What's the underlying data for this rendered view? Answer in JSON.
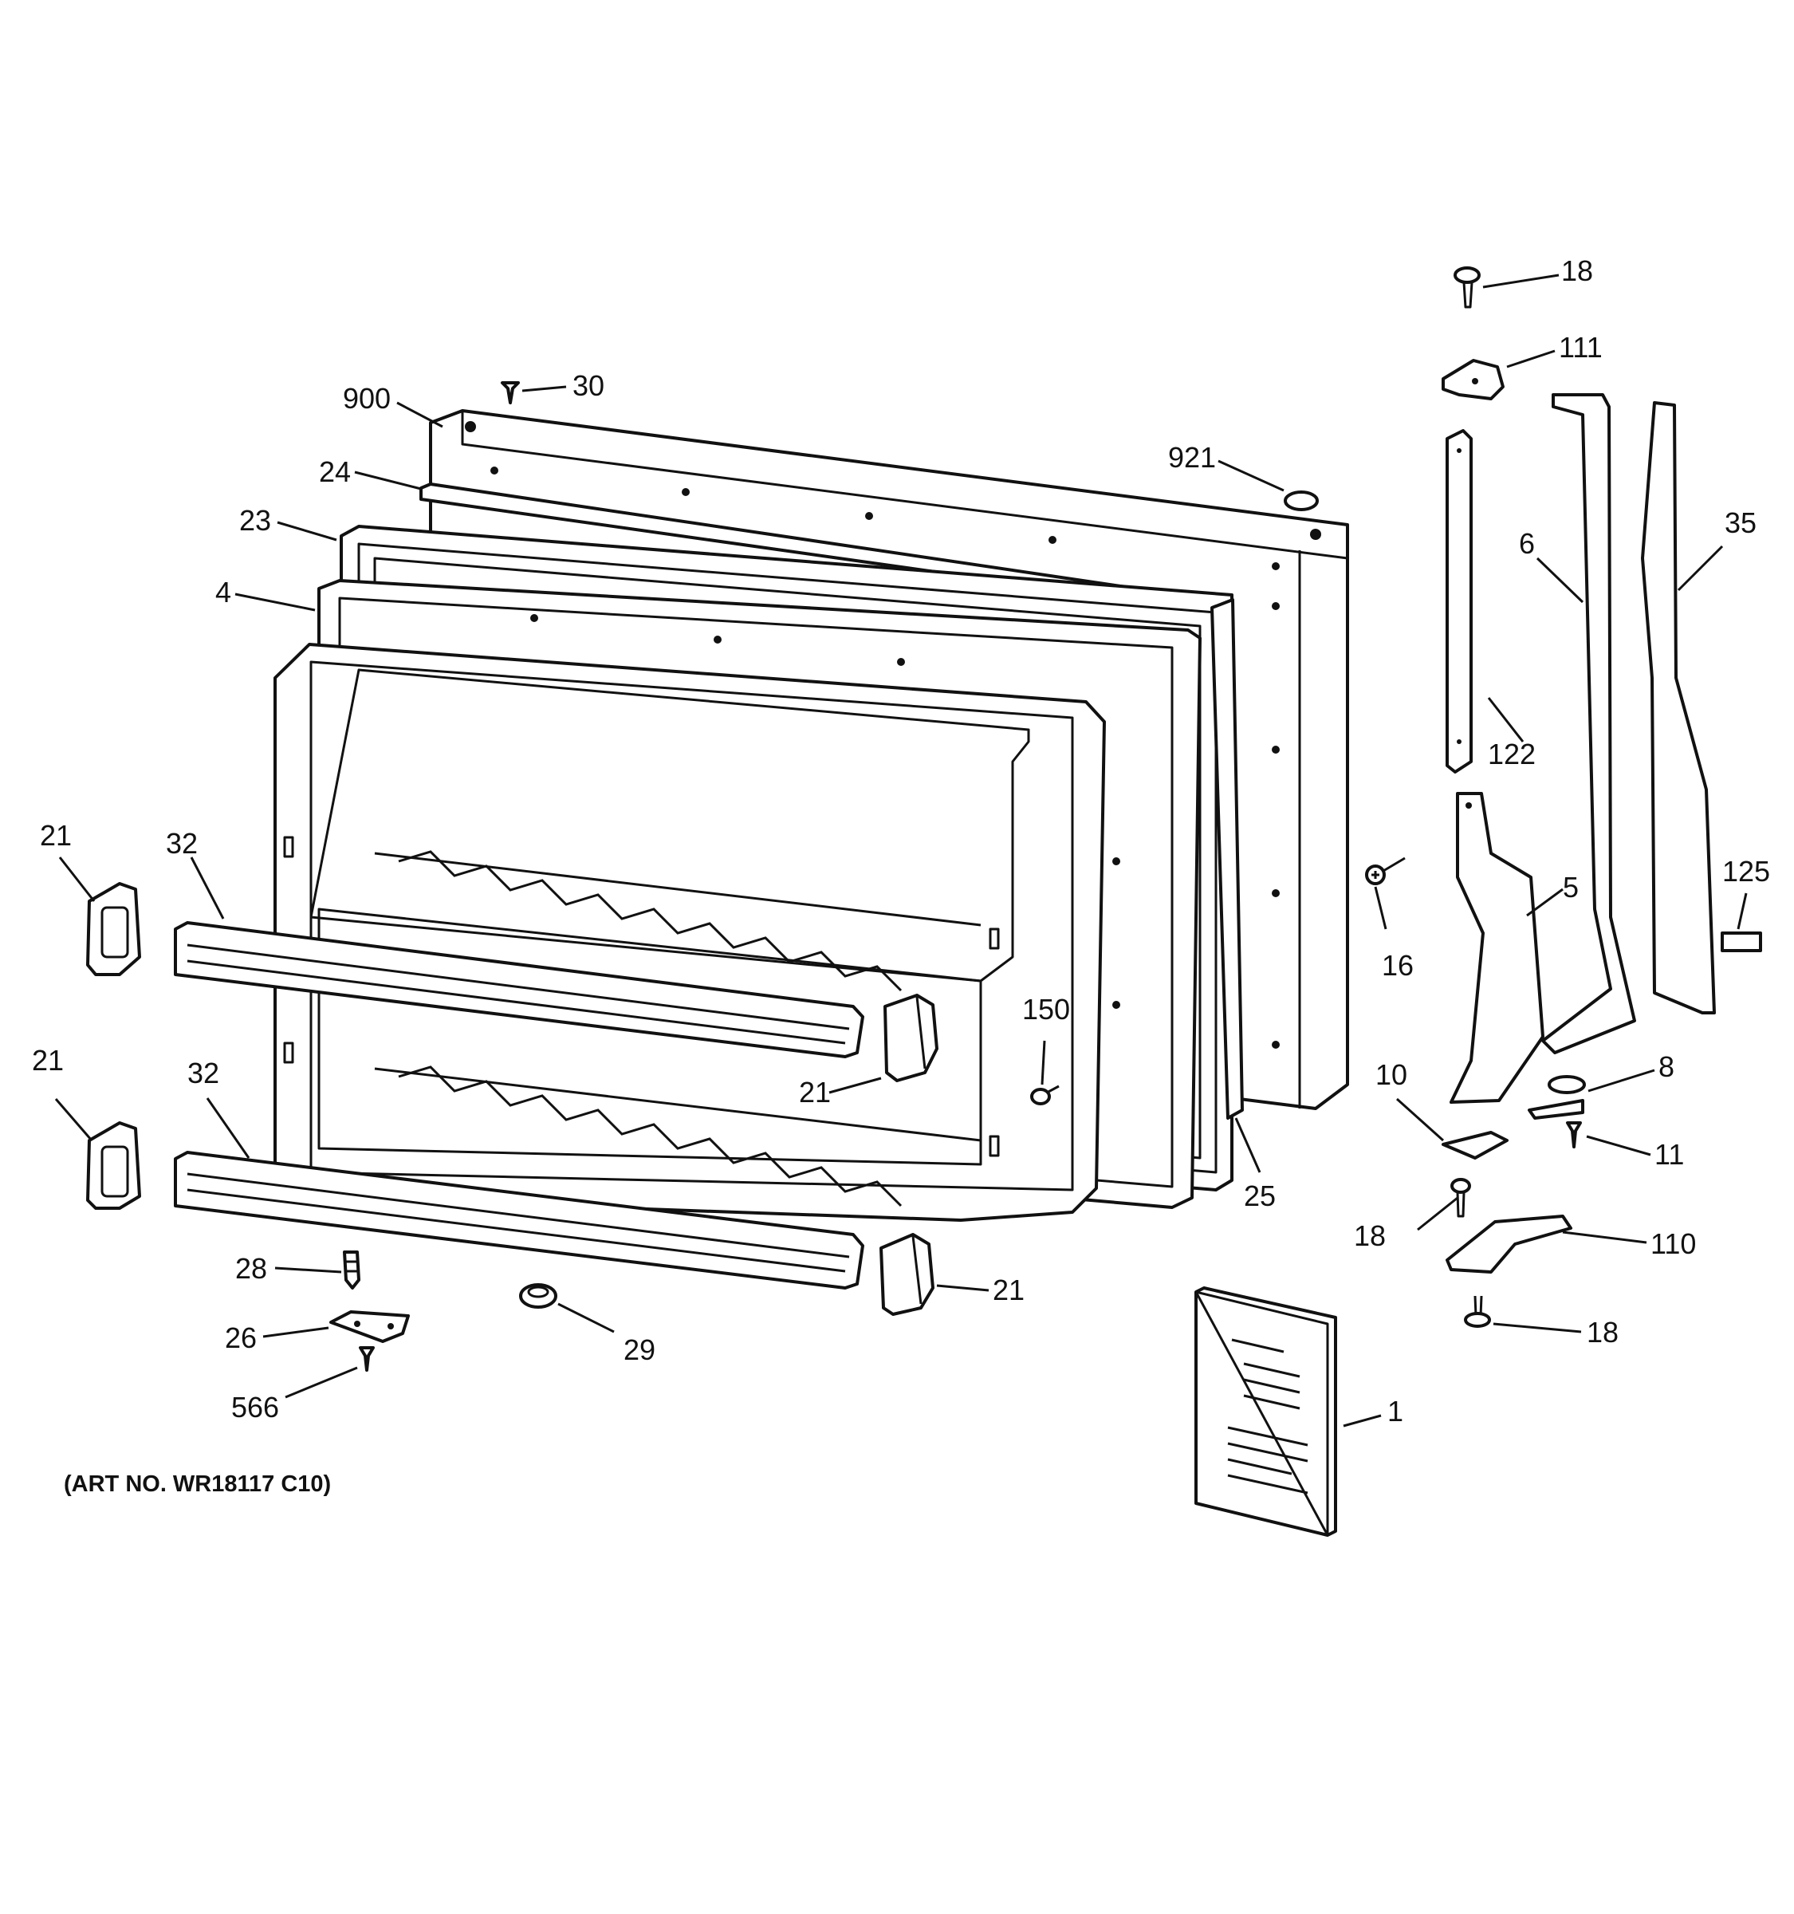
{
  "callouts": [
    {
      "id": "c-18-top",
      "text": "18"
    },
    {
      "id": "c-111",
      "text": "111"
    },
    {
      "id": "c-30",
      "text": "30"
    },
    {
      "id": "c-900",
      "text": "900"
    },
    {
      "id": "c-921",
      "text": "921"
    },
    {
      "id": "c-24",
      "text": "24"
    },
    {
      "id": "c-23",
      "text": "23"
    },
    {
      "id": "c-4",
      "text": "4"
    },
    {
      "id": "c-6",
      "text": "6"
    },
    {
      "id": "c-35",
      "text": "35"
    },
    {
      "id": "c-122",
      "text": "122"
    },
    {
      "id": "c-21-a",
      "text": "21"
    },
    {
      "id": "c-32-a",
      "text": "32"
    },
    {
      "id": "c-125",
      "text": "125"
    },
    {
      "id": "c-5",
      "text": "5"
    },
    {
      "id": "c-16",
      "text": "16"
    },
    {
      "id": "c-150",
      "text": "150"
    },
    {
      "id": "c-21-b",
      "text": "21"
    },
    {
      "id": "c-21-c",
      "text": "21"
    },
    {
      "id": "c-32-b",
      "text": "32"
    },
    {
      "id": "c-10",
      "text": "10"
    },
    {
      "id": "c-8",
      "text": "8"
    },
    {
      "id": "c-11",
      "text": "11"
    },
    {
      "id": "c-25",
      "text": "25"
    },
    {
      "id": "c-18-mid",
      "text": "18"
    },
    {
      "id": "c-110",
      "text": "110"
    },
    {
      "id": "c-28",
      "text": "28"
    },
    {
      "id": "c-21-d",
      "text": "21"
    },
    {
      "id": "c-26",
      "text": "26"
    },
    {
      "id": "c-29",
      "text": "29"
    },
    {
      "id": "c-18-bot",
      "text": "18"
    },
    {
      "id": "c-566",
      "text": "566"
    },
    {
      "id": "c-1",
      "text": "1"
    }
  ],
  "art_number": "(ART NO. WR18117 C10)"
}
